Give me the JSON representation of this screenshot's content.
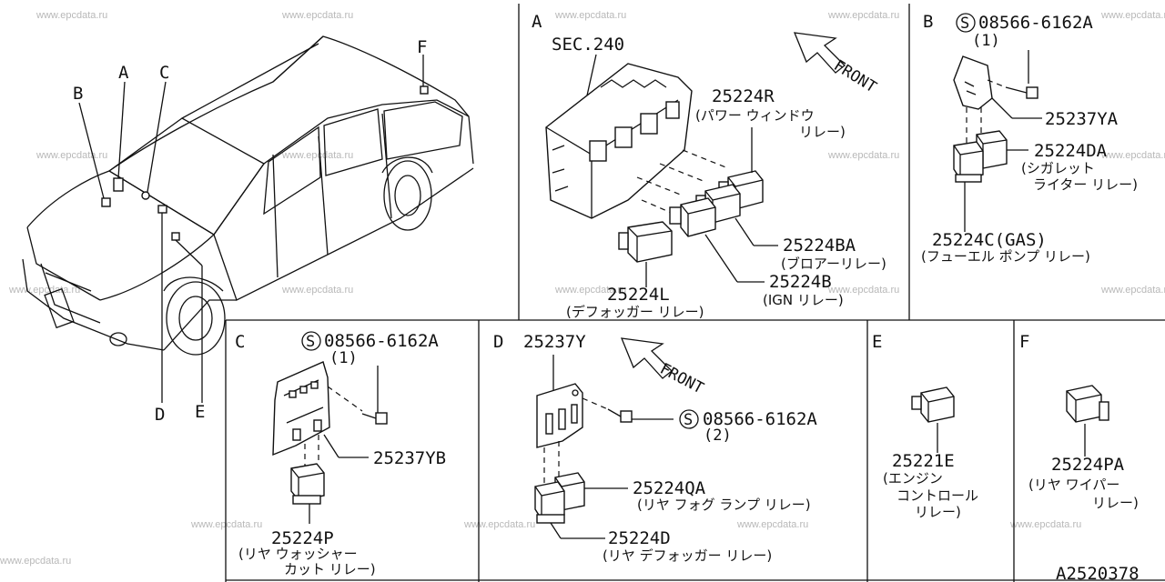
{
  "watermark": "www.epcdata.ru",
  "diagram_code": "A2520378",
  "overview": {
    "callouts": [
      "A",
      "B",
      "C",
      "D",
      "E",
      "F"
    ]
  },
  "panel_A": {
    "letter": "A",
    "ref": "SEC.240",
    "front": "FRONT",
    "parts": [
      {
        "no": "25224R",
        "desc1": "(パワー ウィンドウ",
        "desc2": "リレー)"
      },
      {
        "no": "25224BA",
        "desc1": "(ブロアーリレー)"
      },
      {
        "no": "25224B",
        "desc1": "(IGN リレー)"
      },
      {
        "no": "25224L",
        "desc1": "(デフォッガー リレー)"
      }
    ]
  },
  "panel_B": {
    "letter": "B",
    "screw": "08566-6162A",
    "qty": "(1)",
    "parts": [
      {
        "no": "25237YA"
      },
      {
        "no": "25224DA",
        "desc1": "(シガレット",
        "desc2": "ライター リレー)"
      },
      {
        "no": "25224C(GAS)",
        "desc1": "(フューエル ポンプ リレー)"
      }
    ]
  },
  "panel_C": {
    "letter": "C",
    "screw": "08566-6162A",
    "qty": "(1)",
    "parts": [
      {
        "no": "25237YB"
      },
      {
        "no": "25224P",
        "desc1": "(リヤ ウォッシャー",
        "desc2": "カット リレー)"
      }
    ]
  },
  "panel_D": {
    "letter": "D",
    "front": "FRONT",
    "screw": "08566-6162A",
    "qty": "(2)",
    "parts": [
      {
        "no": "25237Y"
      },
      {
        "no": "25224QA",
        "desc1": "(リヤ フォグ ランプ リレー)"
      },
      {
        "no": "25224D",
        "desc1": "(リヤ デフォッガー リレー)"
      }
    ]
  },
  "panel_E": {
    "letter": "E",
    "parts": [
      {
        "no": "25221E",
        "desc1": "(エンジン",
        "desc2": "コントロール",
        "desc3": "リレー)"
      }
    ]
  },
  "panel_F": {
    "letter": "F",
    "parts": [
      {
        "no": "25224PA",
        "desc1": "(リヤ ワイパー",
        "desc2": "リレー)"
      }
    ]
  },
  "icons": {
    "screw_symbol": "circled-S-icon",
    "front_arrow": "front-arrow-icon"
  }
}
